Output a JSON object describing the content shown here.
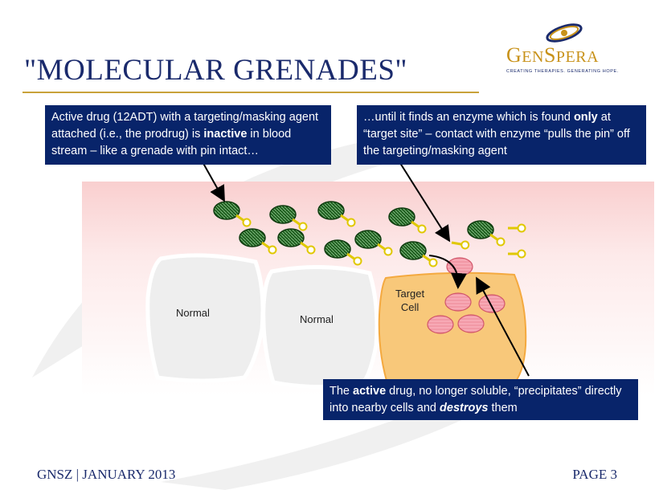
{
  "slide": {
    "title": "\"MOLECULAR GRENADES\"",
    "footer_left": "GNSZ  | JANUARY 2013",
    "footer_right": "PAGE 3"
  },
  "logo": {
    "name_g": "G",
    "name_en": "EN",
    "name_s": "S",
    "name_pera": "PERA",
    "tagline": "CREATING THERAPIES. GENERATING HOPE.",
    "icon": "atom-orbit-icon",
    "colors": {
      "gold": "#c8921a",
      "navy": "#1a2a6c"
    }
  },
  "callouts": {
    "prodrug": {
      "t1": "Active drug (12ADT) with a targeting/masking agent attached (i.e., the prodrug) is ",
      "em": "inactive",
      "t2": " in blood stream – like a grenade with pin intact…"
    },
    "enzyme": {
      "t1": "…until it finds an enzyme which is found ",
      "em": "only",
      "t2": " at “target site” – contact with enzyme “pulls the pin” off the targeting/masking agent"
    },
    "active": {
      "t1": "The ",
      "em1": "active",
      "t2": " drug, no longer soluble, “precipitates” directly into nearby cells and ",
      "em2": "destroys",
      "t3": " them"
    }
  },
  "diagram": {
    "normal_cell_1": "Normal",
    "normal_cell_2": "Normal",
    "target_cell": "Target\nCell",
    "colors": {
      "callout_bg": "#08246a",
      "grenade": "#1f5e1f",
      "pin": "#e0c800",
      "target_cell": "#f8c87a",
      "enzyme": "#f08a98",
      "normal_cell": "#eeeeee",
      "bloodstream": "#fbdcdc"
    }
  }
}
